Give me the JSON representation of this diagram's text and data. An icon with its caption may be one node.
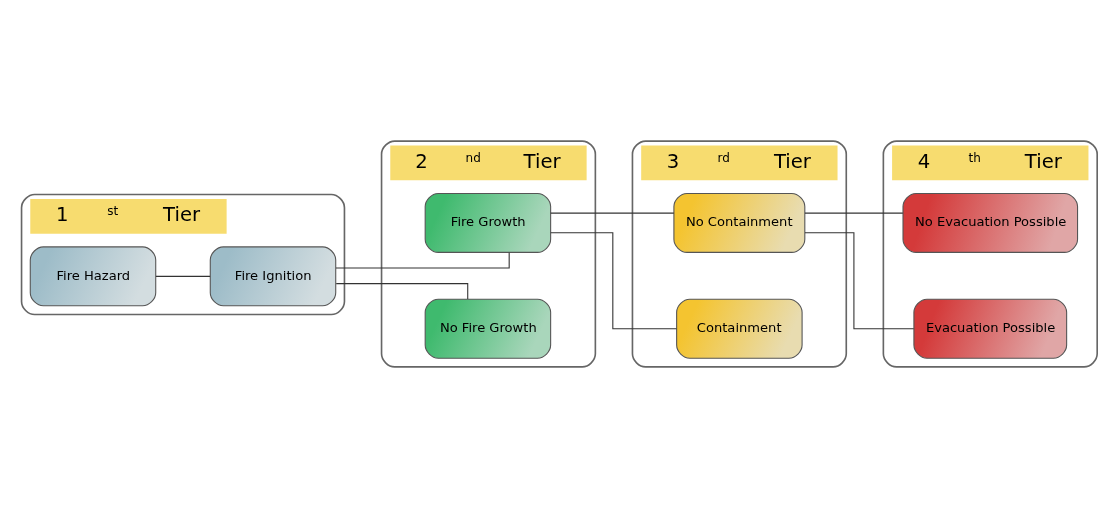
{
  "diagram": {
    "nodes": [
      {
        "text": [
          "1$^{st}$ Tier"
        ]
      },
      {
        "text": [
          "Fire Hazard"
        ],
        "in": 0
      },
      {
        "text": [
          "Fire Ignition"
        ],
        "in": 0
      },
      {
        "text": [
          "2$^{nd}$ Tier"
        ]
      },
      {
        "text": [
          "Fire Growth"
        ],
        "in": 3
      },
      {
        "text": [
          "No Fire Growth"
        ],
        "in": 3
      },
      {
        "text": [
          "3$^{rd}$ Tier"
        ]
      },
      {
        "text": [
          "No Containment"
        ],
        "in": 6
      },
      {
        "text": [
          "Containment"
        ],
        "in": 6
      },
      {
        "text": [
          "4$^{th}$ Tier"
        ]
      },
      {
        "text": [
          "No Evacuation Possible"
        ],
        "in": 9
      },
      {
        "text": [
          "Evacuation Possible"
        ],
        "in": 9
      }
    ],
    "edges": [
      {
        "from": 1,
        "to": 2,
        "arrow": "none"
      },
      {
        "from": 2,
        "to": 4,
        "arrow": "none"
      },
      {
        "from": 2,
        "to": 5,
        "arrow": "none"
      },
      {
        "from": 4,
        "to": 7,
        "arrow": "none"
      },
      {
        "from": 4,
        "to": 8,
        "arrow": "none"
      },
      {
        "from": 7,
        "to": 10,
        "arrow": "none"
      },
      {
        "from": 7,
        "to": 11,
        "arrow": "none"
      }
    ]
  }
}
